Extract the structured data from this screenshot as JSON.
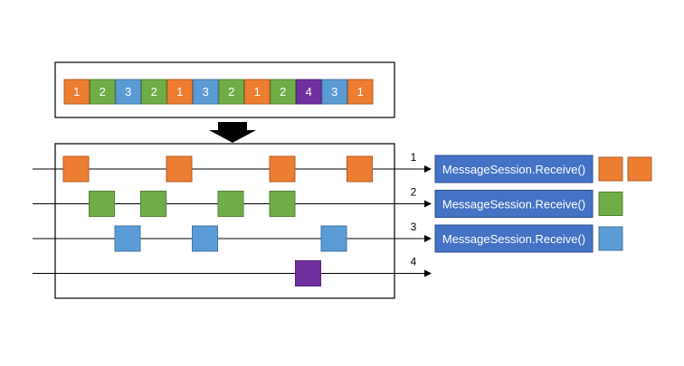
{
  "colors": {
    "orange": "#ED7D31",
    "green": "#70AD47",
    "blue": "#5B9BD5",
    "purple": "#7030A0",
    "receive_box": "#4472C4",
    "receive_border": "#2F528F",
    "line": "#000000"
  },
  "queue": {
    "messages": [
      {
        "label": "1",
        "color": "orange"
      },
      {
        "label": "2",
        "color": "green"
      },
      {
        "label": "3",
        "color": "blue"
      },
      {
        "label": "2",
        "color": "green"
      },
      {
        "label": "1",
        "color": "orange"
      },
      {
        "label": "3",
        "color": "blue"
      },
      {
        "label": "2",
        "color": "green"
      },
      {
        "label": "1",
        "color": "orange"
      },
      {
        "label": "2",
        "color": "green"
      },
      {
        "label": "4",
        "color": "purple"
      },
      {
        "label": "3",
        "color": "blue"
      },
      {
        "label": "1",
        "color": "orange"
      }
    ]
  },
  "arrow_icon": "down-arrow-icon",
  "sessions": [
    {
      "label": "1",
      "color": "orange",
      "message_slots": [
        0,
        4,
        8,
        11
      ],
      "receiver": "MessageSession.Receive()",
      "received": [
        "orange",
        "orange"
      ]
    },
    {
      "label": "2",
      "color": "green",
      "message_slots": [
        1,
        3,
        6,
        8
      ],
      "receiver": "MessageSession.Receive()",
      "received": [
        "green"
      ]
    },
    {
      "label": "3",
      "color": "blue",
      "message_slots": [
        2,
        5,
        10
      ],
      "receiver": "MessageSession.Receive()",
      "received": [
        "blue"
      ]
    },
    {
      "label": "4",
      "color": "purple",
      "message_slots": [
        9
      ],
      "receiver": "",
      "received": []
    }
  ]
}
